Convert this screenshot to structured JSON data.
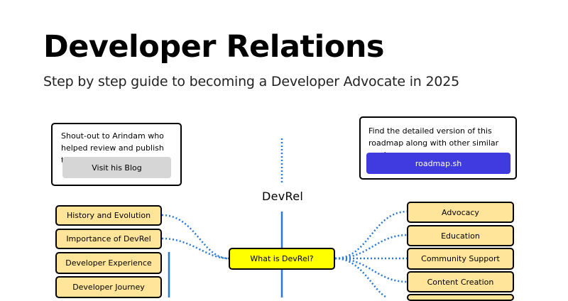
{
  "header": {
    "title": "Developer Relations",
    "subtitle": "Step by step guide to becoming a Developer Advocate in 2025"
  },
  "cards": {
    "left": {
      "text": "Shout-out to Arindam who helped review and publish this roadmap.",
      "button_label": "Visit his Blog"
    },
    "right": {
      "text": "Find the detailed version of this roadmap along with other similar roadmaps",
      "button_label": "roadmap.sh"
    }
  },
  "roadmap": {
    "center_label": "DevRel",
    "main_topic": "What is DevRel?",
    "left_topics": [
      "History and Evolution",
      "Importance of DevRel"
    ],
    "left_list": [
      "Developer Experience",
      "Developer Journey"
    ],
    "right_topics": [
      "Advocacy",
      "Education",
      "Community Support",
      "Content Creation"
    ]
  },
  "colors": {
    "node_fill": "#ffe599",
    "main_node_fill": "#ffff00",
    "connector": "#2a78d6",
    "button_blue": "#3f3be0",
    "button_gray": "#d6d6d6"
  }
}
